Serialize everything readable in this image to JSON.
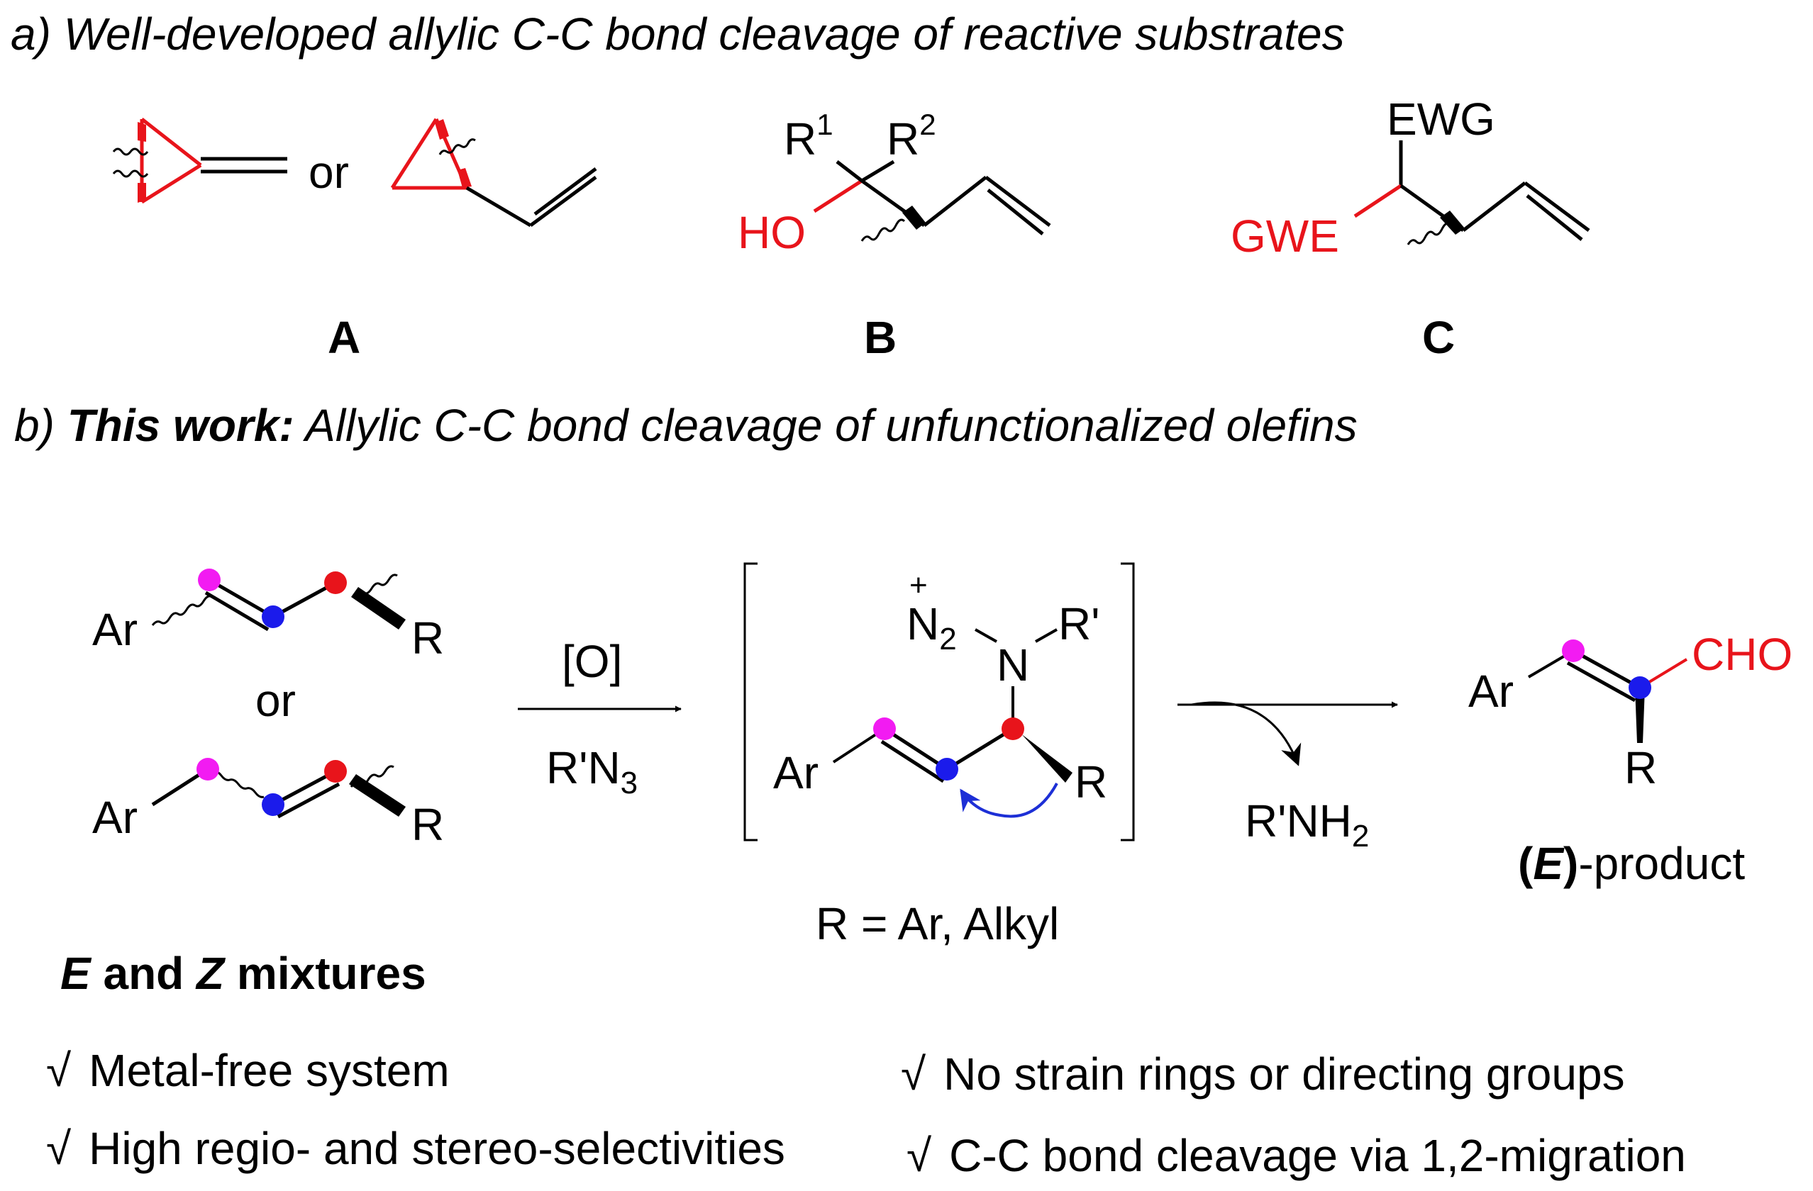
{
  "colors": {
    "text": "#000000",
    "red": "#e8141b",
    "magenta": "#f21bf2",
    "blue": "#1b1beb",
    "arrow_blue": "#1d2fd6"
  },
  "section_a": {
    "heading": "a) Well-developed allylic C-C bond cleavage of reactive substrates",
    "or_text": "or",
    "label_A": "A",
    "label_B": "B",
    "label_C": "C",
    "B_R": "R",
    "B_R1_sup": "1",
    "B_R2_sup": "2",
    "B_HO": "HO",
    "C_EWG": "EWG",
    "C_GWE": "GWE"
  },
  "section_b": {
    "heading_bold": "This work:",
    "heading_prefix": "b) ",
    "heading_rest": " Allylic C-C bond cleavage of unfunctionalized olefins",
    "Ar": "Ar",
    "R": "R",
    "or_text": "or",
    "reagent_top": "[O]",
    "reagent_bottom_main": "R'N",
    "reagent_bottom_sub": "3",
    "N2_main": "N",
    "N2_sub": "2",
    "plus": "+",
    "N": "N",
    "Rprime": "R'",
    "r_def": "R = Ar, Alkyl",
    "byproduct_main": "R'NH",
    "byproduct_sub": "2",
    "CHO": "CHO",
    "product_open": "(",
    "product_E": "E",
    "product_close": ")",
    "product_rest": "-product",
    "mixture_E": "E",
    "mixture_and": " and ",
    "mixture_Z": "Z",
    "mixture_rest": " mixtures",
    "features": [
      {
        "check": "√",
        "text": "Metal-free system"
      },
      {
        "check": "√",
        "text": "High regio- and stereo-selectivities"
      },
      {
        "check": "√",
        "text": "No strain rings or directing groups"
      },
      {
        "check": "√",
        "text": "C-C bond cleavage via 1,2-migration"
      }
    ]
  }
}
